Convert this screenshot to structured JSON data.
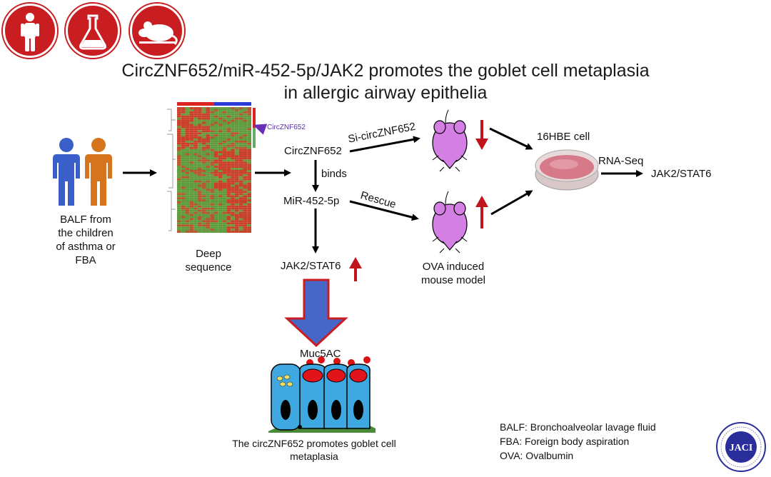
{
  "title": {
    "line1": "CircZNF652/miR-452-5p/JAK2 promotes the goblet cell metaplasia",
    "line2": "in allergic airway epithelia"
  },
  "top_icons": [
    "human-icon",
    "flask-icon",
    "mouse-icon"
  ],
  "patients": {
    "label_lines": [
      "BALF from",
      "the children",
      "of asthma or",
      "FBA"
    ]
  },
  "heatmap": {
    "label_lines": [
      "Deep",
      "sequence"
    ],
    "highlight_label": "CircZNF652"
  },
  "pathway": {
    "circ": "CircZNF652",
    "binds": "binds",
    "mir": "MiR-452-5p",
    "jak": "JAK2/STAT6",
    "si": "Si-circZNF652",
    "rescue": "Rescue"
  },
  "mouse": {
    "label_lines": [
      "OVA induced",
      "mouse  model"
    ]
  },
  "cell_line": {
    "label": "16HBE cell",
    "rnaseq": "RNA-Seq",
    "result": "JAK2/STAT6"
  },
  "goblet": {
    "muc": "Muc5AC",
    "caption_lines": [
      "The circZNF652 promotes goblet cell",
      "metaplasia"
    ]
  },
  "legend": [
    "BALF: Bronchoalveolar lavage fluid",
    "FBA: Foreign body aspiration",
    "OVA: Ovalbumin"
  ],
  "logo": {
    "text": "JACI",
    "ring_text": "The Journal of Allergy & Clinical Immunology"
  },
  "colors": {
    "brand_red": "#c81d21",
    "mouse_fill": "#d47fe4",
    "down_up_arrow": "#c0141b",
    "big_arrow_blue": "#4666c8",
    "logo_blue": "#2a2e9a"
  }
}
